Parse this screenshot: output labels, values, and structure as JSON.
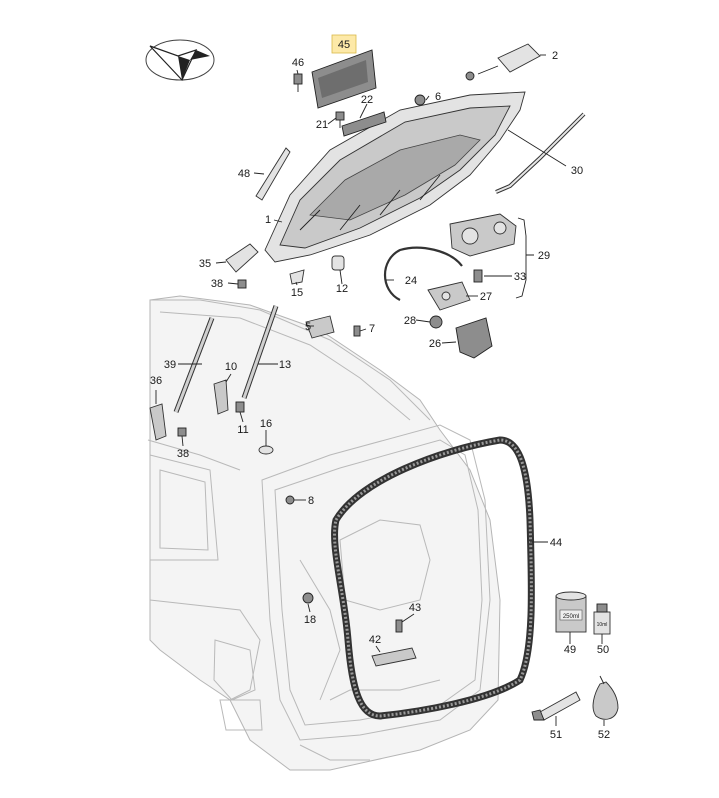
{
  "callouts": [
    {
      "id": "c45",
      "label": "45",
      "highlight": true
    },
    {
      "id": "c46",
      "label": "46"
    },
    {
      "id": "c2",
      "label": "2"
    },
    {
      "id": "c22",
      "label": "22"
    },
    {
      "id": "c6",
      "label": "6"
    },
    {
      "id": "c21",
      "label": "21"
    },
    {
      "id": "c48",
      "label": "48"
    },
    {
      "id": "c30",
      "label": "30"
    },
    {
      "id": "c1",
      "label": "1"
    },
    {
      "id": "c29",
      "label": "29"
    },
    {
      "id": "c35",
      "label": "35"
    },
    {
      "id": "c24",
      "label": "24"
    },
    {
      "id": "c33",
      "label": "33"
    },
    {
      "id": "c38a",
      "label": "38"
    },
    {
      "id": "c15",
      "label": "15"
    },
    {
      "id": "c12",
      "label": "12"
    },
    {
      "id": "c27",
      "label": "27"
    },
    {
      "id": "c5",
      "label": "5"
    },
    {
      "id": "c7",
      "label": "7"
    },
    {
      "id": "c28",
      "label": "28"
    },
    {
      "id": "c26",
      "label": "26"
    },
    {
      "id": "c39",
      "label": "39"
    },
    {
      "id": "c10",
      "label": "10"
    },
    {
      "id": "c13",
      "label": "13"
    },
    {
      "id": "c36",
      "label": "36"
    },
    {
      "id": "c11",
      "label": "11"
    },
    {
      "id": "c16",
      "label": "16"
    },
    {
      "id": "c38b",
      "label": "38"
    },
    {
      "id": "c8",
      "label": "8"
    },
    {
      "id": "c44",
      "label": "44"
    },
    {
      "id": "c43",
      "label": "43"
    },
    {
      "id": "c18",
      "label": "18"
    },
    {
      "id": "c42",
      "label": "42"
    },
    {
      "id": "c49",
      "label": "49"
    },
    {
      "id": "c50",
      "label": "50"
    },
    {
      "id": "c51",
      "label": "51"
    },
    {
      "id": "c52",
      "label": "52"
    }
  ],
  "bottle_labels": {
    "grease": "250ml",
    "small": "10ml"
  },
  "colors": {
    "highlight": "#fde9a8",
    "line": "#222222",
    "car_outline": "#b9b9b9"
  }
}
